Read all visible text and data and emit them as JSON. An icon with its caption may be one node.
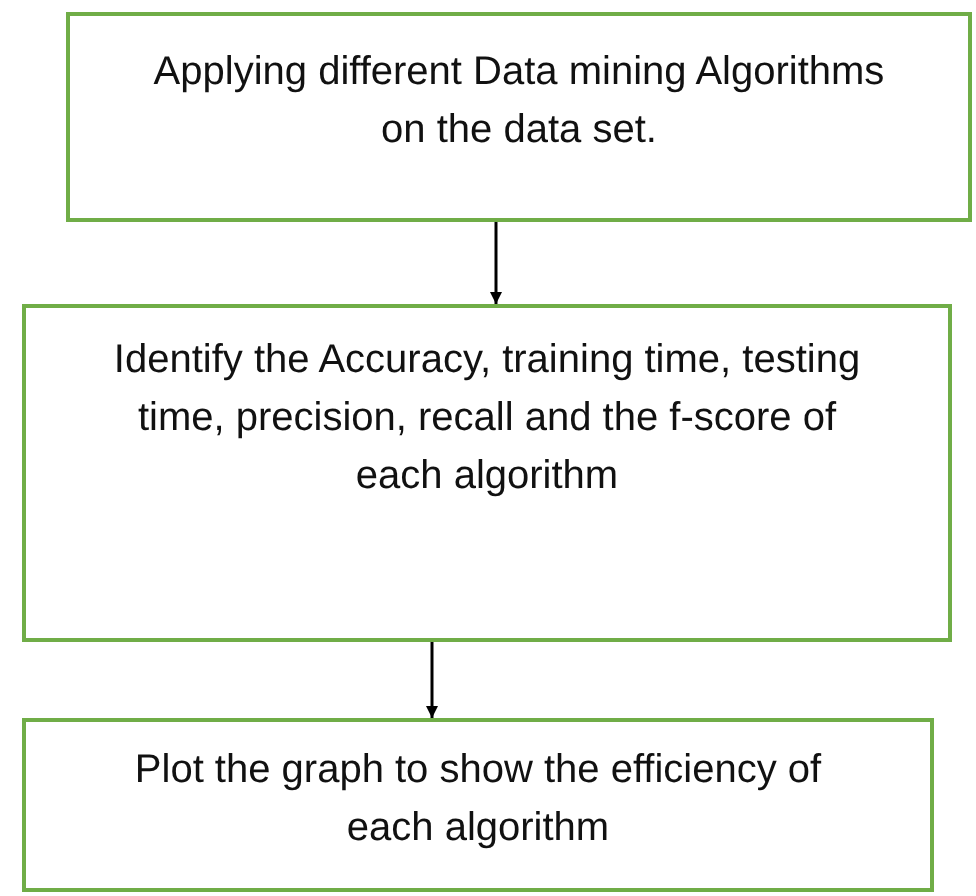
{
  "diagram": {
    "nodes": [
      {
        "text": [
          "Applying different Data mining Algorithms on the data set."
        ]
      },
      {
        "text": [
          "Identify the Accuracy, training time, testing time, precision, recall and the f-score of each algorithm"
        ]
      },
      {
        "text": [
          "Plot the graph to show the efficiency of each algorithm"
        ]
      }
    ],
    "edges": [
      {
        "from": 0,
        "to": 1,
        "arrow": "to"
      },
      {
        "from": 1,
        "to": 2,
        "arrow": "to"
      }
    ]
  }
}
